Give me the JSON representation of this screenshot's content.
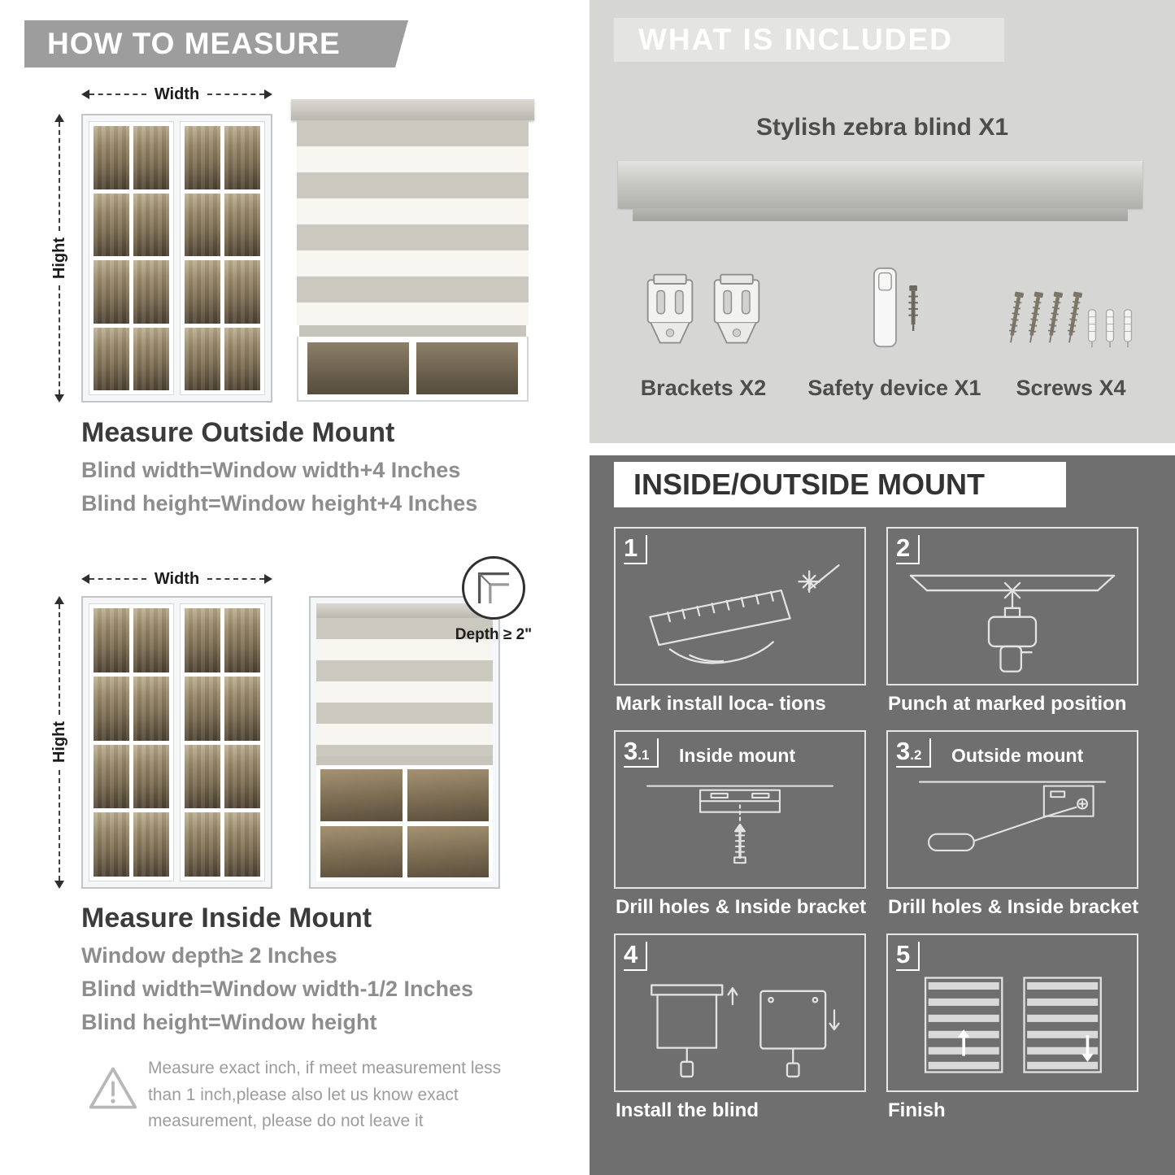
{
  "colors": {
    "left_header_bg": "#9d9d9d",
    "included_panel_bg": "#d6d6d4",
    "included_header_bg": "#e4e4e2",
    "mount_panel_bg": "#6f6f6f",
    "heading_text": "#3b3b3b",
    "body_gray_text": "#8d8d8d",
    "step_line_art": "#e3e3e3"
  },
  "measure": {
    "header": "HOW TO MEASURE",
    "width_label": "Width",
    "height_label": "Hight",
    "outside": {
      "title": "Measure Outside Mount",
      "line1": "Blind width=Window width+4 Inches",
      "line2": "Blind height=Window height+4 Inches"
    },
    "inside": {
      "depth_callout": "Depth ≥ 2\"",
      "title": "Measure Inside Mount",
      "line1": "Window depth≥ 2 Inches",
      "line2": "Blind width=Window width-1/2 Inches",
      "line3": "Blind height=Window height"
    },
    "warning": "Measure exact inch, if meet measurement less than 1 inch,please also let us know exact measurement, please do not leave it"
  },
  "included": {
    "header": "WHAT IS INCLUDED",
    "blind_label": "Stylish zebra blind X1",
    "items": [
      {
        "label": "Brackets X2",
        "icon": "bracket-icon"
      },
      {
        "label": "Safety device X1",
        "icon": "safety-device-icon"
      },
      {
        "label": "Screws X4",
        "icon": "screw-icon"
      }
    ]
  },
  "mount": {
    "header": "INSIDE/OUTSIDE MOUNT",
    "steps": [
      {
        "num": "1",
        "sub": "",
        "title": "",
        "caption": "Mark install loca- tions"
      },
      {
        "num": "2",
        "sub": "",
        "title": "",
        "caption": "Punch at  marked position"
      },
      {
        "num": "3",
        "sub": ".1",
        "title": "Inside mount",
        "caption": "Drill holes &  Inside bracket"
      },
      {
        "num": "3",
        "sub": ".2",
        "title": "Outside mount",
        "caption": "Drill holes &  Inside bracket"
      },
      {
        "num": "4",
        "sub": "",
        "title": "",
        "caption": "Install the blind"
      },
      {
        "num": "5",
        "sub": "",
        "title": "",
        "caption": "Finish"
      }
    ]
  }
}
